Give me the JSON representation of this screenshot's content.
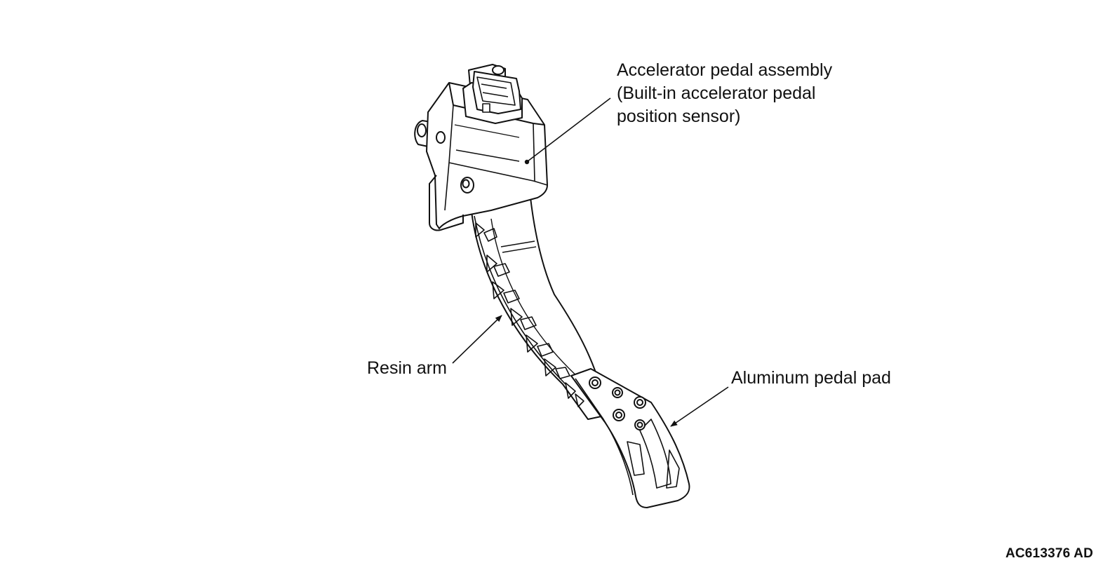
{
  "labels": {
    "assembly_line1": "Accelerator pedal assembly",
    "assembly_line2": "(Built-in accelerator pedal",
    "assembly_line3": "position sensor)",
    "resin_arm": "Resin arm",
    "pedal_pad": "Aluminum pedal pad"
  },
  "figure_code": "AC613376 AD",
  "colors": {
    "line": "#111111",
    "fill": "#ffffff",
    "background": "#ffffff"
  }
}
